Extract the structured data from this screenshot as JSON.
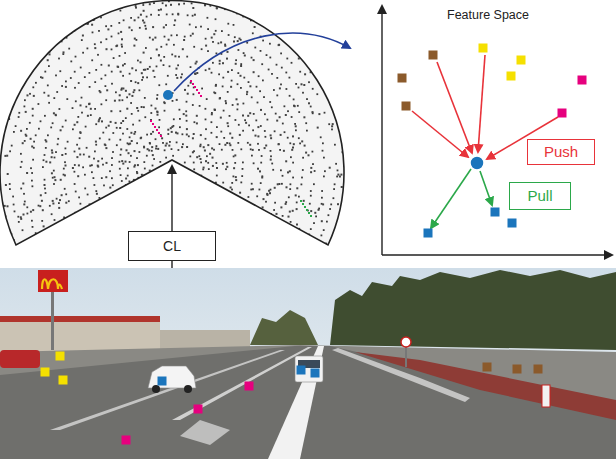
{
  "diagram": {
    "nodes": [
      {
        "text": [
          "Push"
        ]
      },
      {
        "text": [
          "Pull"
        ]
      },
      {
        "text": [
          "CL"
        ]
      }
    ],
    "labels": [
      "Feature Space"
    ]
  }
}
